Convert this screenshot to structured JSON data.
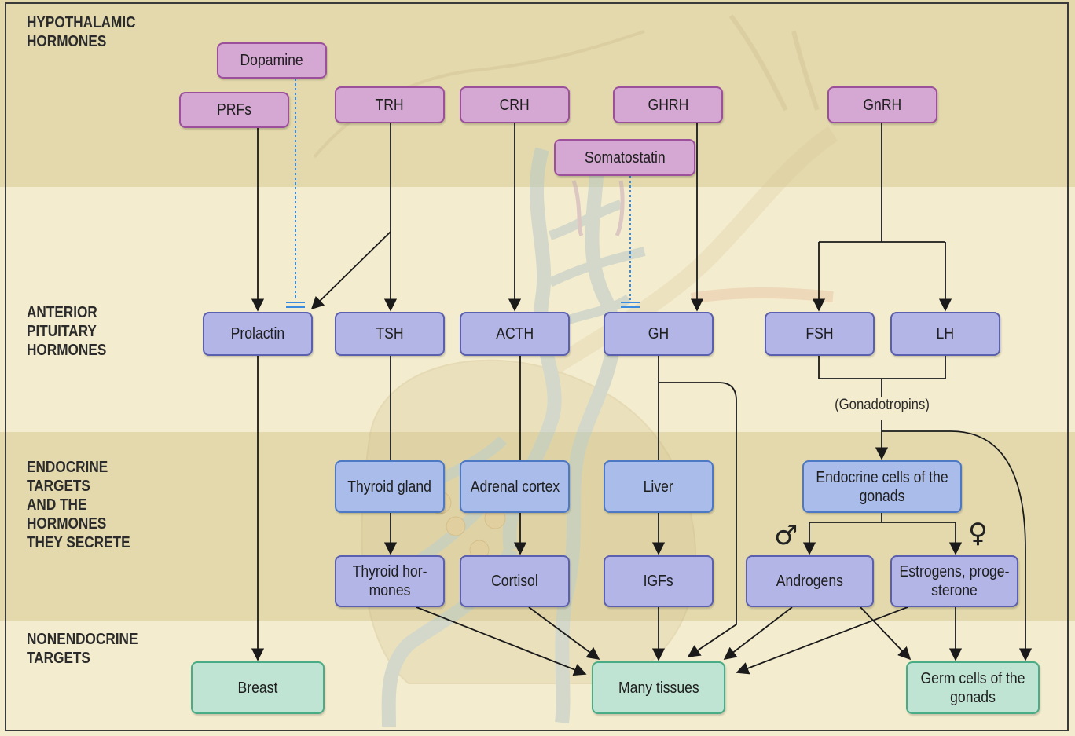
{
  "sections": {
    "hypothalamic": "HYPOTHALAMIC\nHORMONES",
    "anterior": "ANTERIOR\nPITUITARY\nHORMONES",
    "endocrine": "ENDOCRINE\nTARGETS\nAND THE\nHORMONES\nTHEY SECRETE",
    "nonendocrine": "NONENDOCRINE\nTARGETS"
  },
  "hypothalamic": {
    "dopamine": "Dopamine",
    "prfs": "PRFs",
    "trh": "TRH",
    "crh": "CRH",
    "ghrh": "GHRH",
    "somatostatin": "Somatostatin",
    "gnrh": "GnRH"
  },
  "pituitary": {
    "prolactin": "Prolactin",
    "tsh": "TSH",
    "acth": "ACTH",
    "gh": "GH",
    "fsh": "FSH",
    "lh": "LH",
    "gonadotropins": "(Gonadotropins)"
  },
  "endocrine": {
    "thyroid_gland": "Thyroid gland",
    "adrenal_cortex": "Adrenal cortex",
    "liver": "Liver",
    "endocrine_gonads": "Endocrine cells of the gonads",
    "thyroid_hormones": "Thyroid hor- mones",
    "cortisol": "Cortisol",
    "igfs": "IGFs",
    "androgens": "Androgens",
    "estrogens": "Estrogens, proge- sterone"
  },
  "nonendocrine": {
    "breast": "Breast",
    "many_tissues": "Many tissues",
    "germ_cells": "Germ cells of the gonads"
  },
  "symbols": {
    "male": "♂",
    "female": "♀"
  },
  "colors": {
    "hypothalamic_fill": "#d4a8d2",
    "pituitary_fill": "#b2b5e6",
    "endocrine_fill": "#aabce9",
    "nonendocrine_fill": "#bfe4d3",
    "inhibition_line": "#3a8be0"
  }
}
